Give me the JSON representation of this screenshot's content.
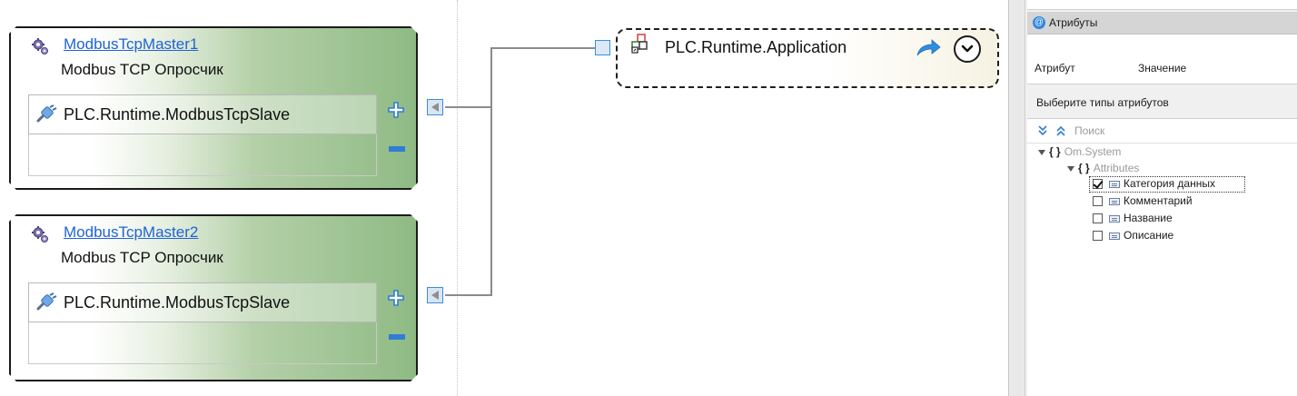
{
  "nodes": [
    {
      "title": "ModbusTcpMaster1",
      "subtitle": "Modbus TCP Опросчик",
      "slot_label": "PLC.Runtime.ModbusTcpSlave"
    },
    {
      "title": "ModbusTcpMaster2",
      "subtitle": "Modbus TCP Опросчик",
      "slot_label": "PLC.Runtime.ModbusTcpSlave"
    }
  ],
  "app_node": {
    "label": "PLC.Runtime.Application"
  },
  "panel": {
    "attributes_title": "Атрибуты",
    "col_attribute": "Атрибут",
    "col_value": "Значение",
    "select_types_hint": "Выберите типы атрибутов",
    "search_placeholder": "Поиск",
    "tree": {
      "namespace": "Om.System",
      "group": "Attributes",
      "items": [
        {
          "label": "Категория данных",
          "checked": true
        },
        {
          "label": "Комментарий",
          "checked": false
        },
        {
          "label": "Название",
          "checked": false
        },
        {
          "label": "Описание",
          "checked": false
        }
      ]
    }
  },
  "colors": {
    "link": "#1f63d6",
    "accent_blue": "#2f7dd6",
    "node_green": "#8fba84",
    "wire": "#8b8b8b"
  },
  "icons": {
    "node": "gear-icon",
    "slot": "plug-icon",
    "app": "application-icon",
    "go": "arrow-forward-icon",
    "expand": "chevron-circle-down-icon"
  }
}
